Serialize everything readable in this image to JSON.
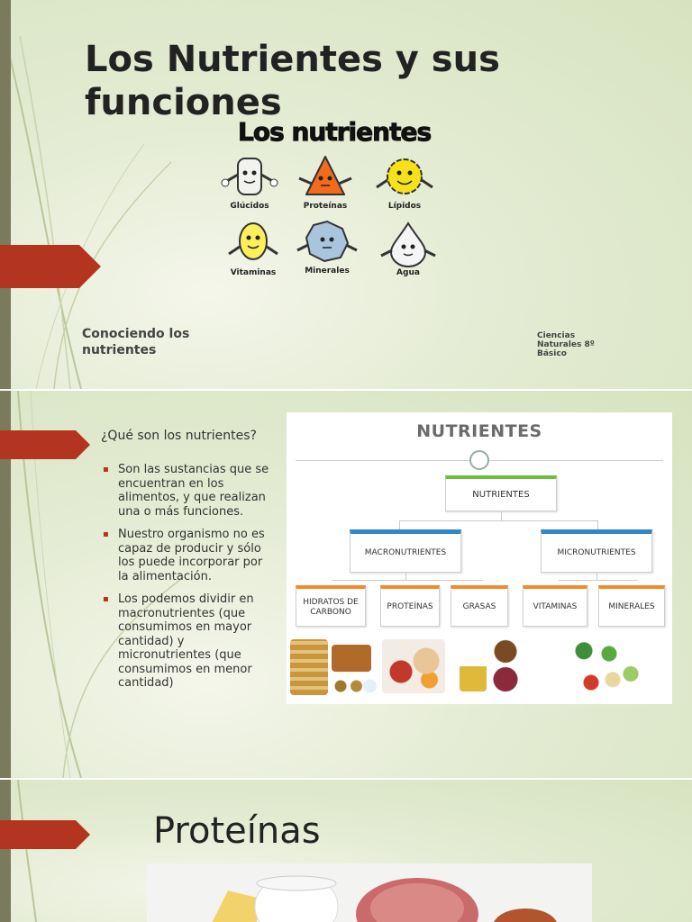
{
  "slide1": {
    "title": "Los Nutrientes y sus funciones",
    "subtitle": "Conociendo los nutrientes",
    "side_note": "Ciencias Naturales 8º Básico",
    "hero_title": "Los nutrientes",
    "mascots": [
      "Glúcidos",
      "Proteínas",
      "Lípidos",
      "Vitaminas",
      "Minerales",
      "Agua"
    ]
  },
  "slide2": {
    "question": "¿Qué son los nutrientes?",
    "bullets": [
      "Son las sustancias que se encuentran en los alimentos, y que realizan una o más funciones.",
      "Nuestro organismo no es capaz de producir y sólo los puede incorporar por la alimentación.",
      "Los podemos dividir en macronutrientes (que consumimos en mayor cantidad) y micronutrientes (que consumimos en menor cantidad)"
    ],
    "diagram": {
      "title": "NUTRIENTES",
      "root": "NUTRIENTES",
      "macro": "MACRONUTRIENTES",
      "micro": "MICRONUTRIENTES",
      "leaves": [
        "HIDRATOS DE CARBONO",
        "PROTEÍNAS",
        "GRASAS",
        "VITAMINAS",
        "MINERALES"
      ]
    }
  },
  "slide3": {
    "title": "Proteínas"
  },
  "colors": {
    "accent": "#b3351f",
    "background": "#dfe8cc",
    "green": "#6bbf3a",
    "blue": "#2f87c8",
    "orange": "#f08a2a"
  }
}
